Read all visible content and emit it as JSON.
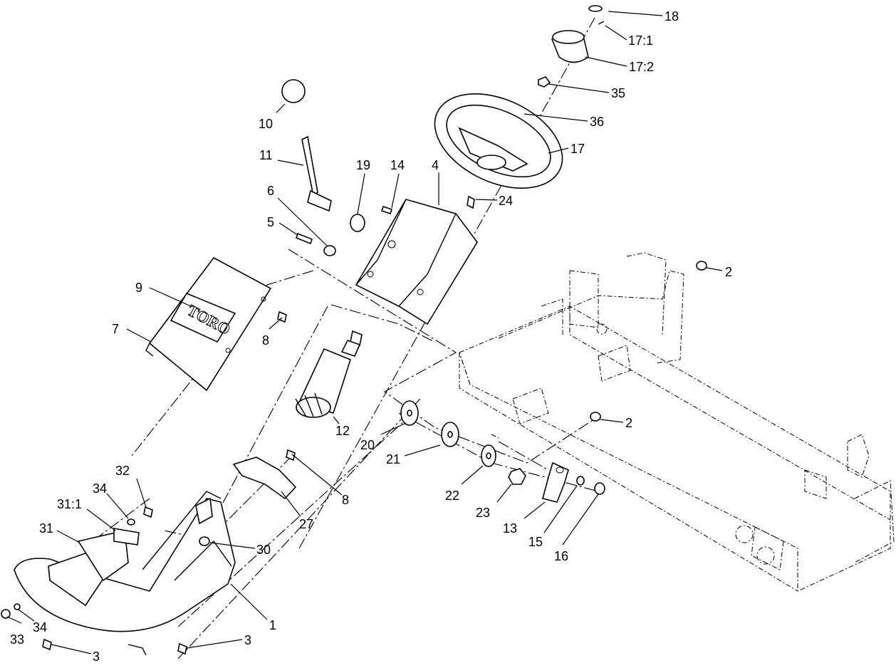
{
  "diagram": {
    "logo_text": "TORO",
    "callouts": [
      "1",
      "2",
      "2",
      "3",
      "3",
      "4",
      "5",
      "6",
      "7",
      "8",
      "8",
      "9",
      "10",
      "11",
      "12",
      "13",
      "14",
      "15",
      "16",
      "17",
      "17:1",
      "17:2",
      "18",
      "19",
      "20",
      "21",
      "22",
      "23",
      "24",
      "27",
      "30",
      "31",
      "31:1",
      "32",
      "33",
      "34",
      "34",
      "35",
      "36"
    ]
  }
}
